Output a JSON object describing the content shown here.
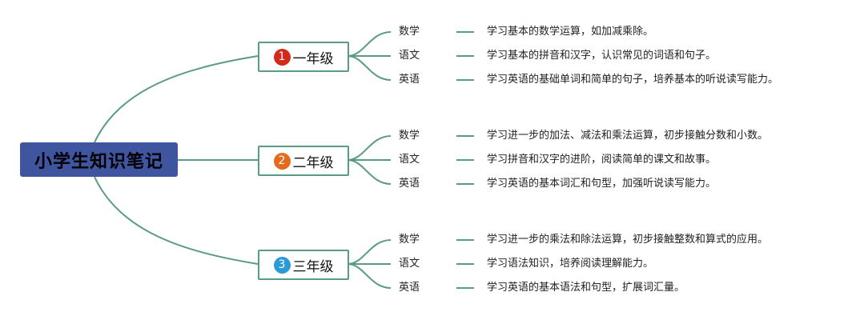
{
  "root": {
    "title": "小学生知识笔记"
  },
  "colors": {
    "line": "#5a9a87",
    "root_bg": "#3f55a0"
  },
  "grades": [
    {
      "number": "1",
      "label": "一年级",
      "badge_color": "#d42a1a",
      "subjects": [
        {
          "name": "数学",
          "desc": "学习基本的数学运算，如加减乘除。"
        },
        {
          "name": "语文",
          "desc": "学习基本的拼音和汉字，认识常见的词语和句子。"
        },
        {
          "name": "英语",
          "desc": "学习英语的基础单词和简单的句子，培养基本的听说读写能力。"
        }
      ]
    },
    {
      "number": "2",
      "label": "二年级",
      "badge_color": "#e56a1e",
      "subjects": [
        {
          "name": "数学",
          "desc": "学习进一步的加法、减法和乘法运算，初步接触分数和小数。"
        },
        {
          "name": "语文",
          "desc": "学习拼音和汉字的进阶，阅读简单的课文和故事。"
        },
        {
          "name": "英语",
          "desc": "学习英语的基本词汇和句型，加强听说读写能力。"
        }
      ]
    },
    {
      "number": "3",
      "label": "三年级",
      "badge_color": "#2b9ad8",
      "subjects": [
        {
          "name": "数学",
          "desc": "学习进一步的乘法和除法运算，初步接触整数和算式的应用。"
        },
        {
          "name": "语文",
          "desc": "学习语法知识，培养阅读理解能力。"
        },
        {
          "name": "英语",
          "desc": "学习英语的基本语法和句型，扩展词汇量。"
        }
      ]
    }
  ]
}
